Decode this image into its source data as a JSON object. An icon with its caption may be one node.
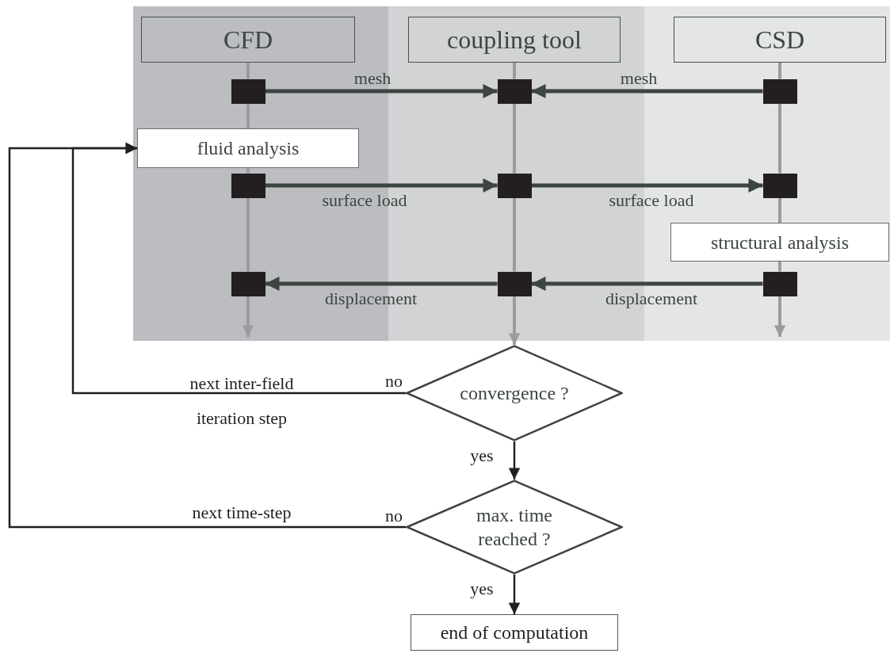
{
  "diagram": {
    "nodes": [
      {
        "text": [
          "CFD"
        ]
      },
      {
        "text": [
          "coupling tool"
        ]
      },
      {
        "text": [
          "CSD"
        ]
      },
      {
        "text": [],
        "shape": "box"
      },
      {
        "text": [],
        "shape": "box"
      },
      {
        "text": [],
        "shape": "box"
      },
      {
        "text": [
          "fluid analysis"
        ]
      },
      {
        "text": [],
        "shape": "box"
      },
      {
        "text": [],
        "shape": "box"
      },
      {
        "text": [],
        "shape": "box"
      },
      {
        "text": [
          "structural analysis"
        ]
      },
      {
        "text": [],
        "shape": "box"
      },
      {
        "text": [],
        "shape": "box"
      },
      {
        "text": [],
        "shape": "box"
      },
      {
        "text": [
          "convergence ?"
        ]
      },
      {
        "text": [
          "max. time reached ?"
        ]
      },
      {
        "text": [
          "end of computation"
        ]
      }
    ],
    "edges": [
      {
        "from": 3,
        "to": 4,
        "arrow": "to",
        "label": "mesh",
        "color": "#3d4543"
      },
      {
        "from": 5,
        "to": 4,
        "arrow": "to",
        "label": "mesh",
        "color": "#3d4543"
      },
      {
        "from": 7,
        "to": 8,
        "arrow": "to",
        "label": "surface load",
        "color": "#3d4543"
      },
      {
        "from": 8,
        "to": 9,
        "arrow": "to",
        "label": "surface load",
        "color": "#3d4543"
      },
      {
        "from": 13,
        "to": 12,
        "arrow": "to",
        "label": "displacement",
        "color": "#3d4543"
      },
      {
        "from": 12,
        "to": 11,
        "arrow": "to",
        "label": "displacement",
        "color": "#3d4543"
      },
      {
        "from": 12,
        "to": 14,
        "arrow": "to"
      },
      {
        "from": 14,
        "to": 15,
        "arrow": "to",
        "label": "yes",
        "color": "#231f20"
      },
      {
        "from": 15,
        "to": 16,
        "arrow": "to",
        "label": "yes",
        "color": "#231f20"
      },
      {
        "from": 14,
        "to": 6,
        "arrow": "to",
        "label": "next inter-field iteration step",
        "color": "#231f20"
      },
      {
        "from": 15,
        "to": 6,
        "arrow": "to",
        "label": "next time-step",
        "color": "#231f20"
      },
      {
        "from": 0,
        "to": 3,
        "arrow": "none"
      },
      {
        "from": 3,
        "to": 6,
        "arrow": "none"
      },
      {
        "from": 6,
        "to": 7,
        "arrow": "none"
      },
      {
        "from": 7,
        "to": 11,
        "arrow": "none"
      },
      {
        "from": 11,
        "to": null,
        "arrow": "to"
      },
      {
        "from": 1,
        "to": 4,
        "arrow": "none"
      },
      {
        "from": 4,
        "to": 8,
        "arrow": "none"
      },
      {
        "from": 8,
        "to": 12,
        "arrow": "none"
      },
      {
        "from": 2,
        "to": 5,
        "arrow": "none"
      },
      {
        "from": 5,
        "to": 9,
        "arrow": "none"
      },
      {
        "from": 9,
        "to": 10,
        "arrow": "none"
      },
      {
        "from": 10,
        "to": 13,
        "arrow": "none"
      },
      {
        "from": 13,
        "to": null,
        "arrow": "to"
      }
    ],
    "labels": [
      "no",
      "no"
    ]
  }
}
